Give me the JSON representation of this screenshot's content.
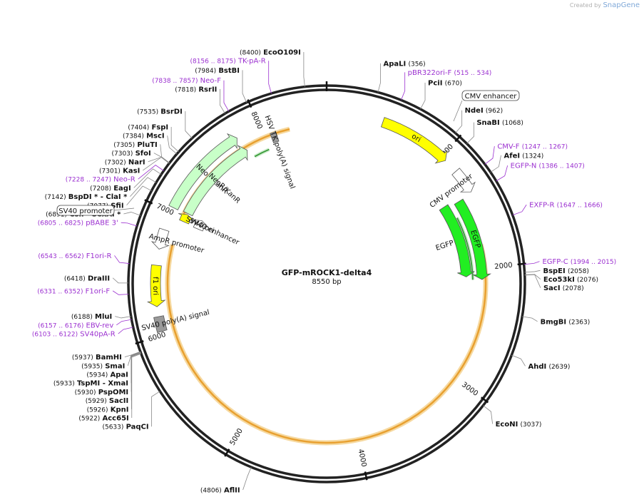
{
  "credit": {
    "prefix": "Created by",
    "brand": "SnapGene"
  },
  "plasmid": {
    "name": "GFP-mROCK1-delta4",
    "size_label": "8550 bp",
    "length": 8550
  },
  "colors": {
    "backbone": "#222222",
    "enzyme": "#111111",
    "primer": "#9b30d0",
    "ori": "#ffff00",
    "gfp": "#22ee22",
    "resistance": "#c8ffc8",
    "promoter": "#ffffff",
    "polyA": "#999999",
    "orange": "#e8a030",
    "green_line": "#3a9a3a"
  },
  "ticks": [
    {
      "bp": 1000,
      "label": "1000"
    },
    {
      "bp": 2000,
      "label": "2000"
    },
    {
      "bp": 3000,
      "label": "3000"
    },
    {
      "bp": 4000,
      "label": "4000"
    },
    {
      "bp": 5000,
      "label": "5000"
    },
    {
      "bp": 6000,
      "label": "6000"
    },
    {
      "bp": 7000,
      "label": "7000"
    },
    {
      "bp": 8000,
      "label": "8000"
    }
  ],
  "features": [
    {
      "name": "ori",
      "label": "ori",
      "type": "ori",
      "track": 1,
      "start": 455,
      "end": 1044,
      "dir": 1,
      "inside": true
    },
    {
      "name": "cmv-promoter",
      "label": "CMV promoter",
      "type": "promoter",
      "track": 1,
      "start": 1163,
      "end": 1366,
      "dir": 1,
      "inside": false
    },
    {
      "name": "egfp-outer",
      "label": "EGFP",
      "type": "gfp",
      "track": 2,
      "start": 1380,
      "end": 2100,
      "dir": 1,
      "inside": true
    },
    {
      "name": "egfp-inner",
      "label": "EGFP",
      "type": "gfp",
      "track": 3,
      "start": 1350,
      "end": 2070,
      "dir": 1,
      "inside": false
    },
    {
      "name": "f1-ori",
      "label": "f1 ori",
      "type": "ori",
      "track": 1,
      "start": 6560,
      "end": 6230,
      "dir": -1,
      "inside": true
    },
    {
      "name": "sv40-polya",
      "label": "SV40 poly(A) signal",
      "type": "polyA",
      "track": 1,
      "start": 6150,
      "end": 6030,
      "dir": -1,
      "inside": false
    },
    {
      "name": "ampr-promoter",
      "label": "AmpR promoter",
      "type": "promoter",
      "track": 1,
      "start": 6850,
      "end": 6690,
      "dir": -1,
      "inside": false
    },
    {
      "name": "neokanr-outer",
      "label": "NeoR/KanR",
      "type": "resistance",
      "track": 1,
      "start": 7040,
      "end": 7800,
      "dir": 1,
      "inside": false
    },
    {
      "name": "neokanr-inner",
      "label": "NeoR/KanR",
      "type": "resistance",
      "track": 2,
      "start": 7050,
      "end": 7820,
      "dir": 1,
      "inside": false
    },
    {
      "name": "sv40-enhancer",
      "label": "SV40 enhancer",
      "type": "promoter",
      "track": 3,
      "start": 6960,
      "end": 7050,
      "dir": 1,
      "inside": false
    },
    {
      "name": "sv40-ori",
      "label": "SV40 ori",
      "type": "ori",
      "track": 2,
      "start": 6970,
      "end": 7040,
      "dir": 1,
      "inside": false
    },
    {
      "name": "hsv-tk-polya",
      "label": "HSV TK poly(A) signal",
      "type": "polyA",
      "track": 2,
      "start": 8060,
      "end": 8110,
      "dir": 1,
      "inside": false
    }
  ],
  "orange_arcs": [
    {
      "start": 7020,
      "end": 8230,
      "r": 223
    },
    {
      "start": 1800,
      "end": 6750,
      "r": 223
    }
  ],
  "green_lines": [
    {
      "start": 7850,
      "end": 8000,
      "r": 205
    },
    {
      "start": 1500,
      "end": 2100,
      "r": 205
    }
  ],
  "map_labels": [
    {
      "name": "cmv-enhancer-label",
      "label": "CMV enhancer",
      "boxed": true
    },
    {
      "name": "sv40-promoter-label",
      "label": "SV40 promoter",
      "boxed": true
    }
  ],
  "sites": [
    {
      "name": "ecoo109i",
      "label": "EcoO109I",
      "pos": "(8400)",
      "bp": 8400,
      "kind": "enzyme"
    },
    {
      "name": "tk-pa-r",
      "label": "TK-pA-R",
      "pos": "(8156 .. 8175)",
      "bp": 8166,
      "kind": "primer"
    },
    {
      "name": "bstbi",
      "label": "BstBI",
      "pos": "(7984)",
      "bp": 7984,
      "kind": "enzyme"
    },
    {
      "name": "neo-f",
      "label": "Neo-F",
      "pos": "(7838 .. 7857)",
      "bp": 7848,
      "kind": "primer"
    },
    {
      "name": "rsrii",
      "label": "RsrII",
      "pos": "(7818)",
      "bp": 7818,
      "kind": "enzyme"
    },
    {
      "name": "bsrdi",
      "label": "BsrDI",
      "pos": "(7535)",
      "bp": 7535,
      "kind": "enzyme"
    },
    {
      "name": "fspi",
      "label": "FspI",
      "pos": "(7404)",
      "bp": 7404,
      "kind": "enzyme"
    },
    {
      "name": "msci",
      "label": "MscI",
      "pos": "(7384)",
      "bp": 7384,
      "kind": "enzyme"
    },
    {
      "name": "plutI",
      "label": "PluTI",
      "pos": "(7305)",
      "bp": 7305,
      "kind": "enzyme"
    },
    {
      "name": "sfoi",
      "label": "SfoI",
      "pos": "(7303)",
      "bp": 7303,
      "kind": "enzyme"
    },
    {
      "name": "nari",
      "label": "NarI",
      "pos": "(7302)",
      "bp": 7302,
      "kind": "enzyme"
    },
    {
      "name": "kasi",
      "label": "KasI",
      "pos": "(7301)",
      "bp": 7301,
      "kind": "enzyme"
    },
    {
      "name": "neo-r",
      "label": "Neo-R",
      "pos": "(7228 .. 7247)",
      "bp": 7238,
      "kind": "primer"
    },
    {
      "name": "eagi",
      "label": "EagI",
      "pos": "(7208)",
      "bp": 7208,
      "kind": "enzyme"
    },
    {
      "name": "bspdi-clai",
      "label": "BspDI *  - ClaI *",
      "pos": "(7142)",
      "bp": 7142,
      "kind": "enzyme"
    },
    {
      "name": "sfii",
      "label": "SfiI",
      "pos": "(7077)",
      "bp": 7077,
      "kind": "enzyme"
    },
    {
      "name": "csii-sexai",
      "label": "CsiI  - SexAI *",
      "pos": "(6891)",
      "bp": 6891,
      "kind": "enzyme"
    },
    {
      "name": "pbabe-3",
      "label": "pBABE 3'",
      "pos": "(6805 .. 6825)",
      "bp": 6815,
      "kind": "primer"
    },
    {
      "name": "f1ori-r",
      "label": "F1ori-R",
      "pos": "(6543 .. 6562)",
      "bp": 6552,
      "kind": "primer"
    },
    {
      "name": "draiii",
      "label": "DraIII",
      "pos": "(6418)",
      "bp": 6418,
      "kind": "enzyme"
    },
    {
      "name": "f1ori-f",
      "label": "F1ori-F",
      "pos": "(6331 .. 6352)",
      "bp": 6341,
      "kind": "primer"
    },
    {
      "name": "mlui",
      "label": "MluI",
      "pos": "(6188)",
      "bp": 6188,
      "kind": "enzyme"
    },
    {
      "name": "ebv-rev",
      "label": "EBV-rev",
      "pos": "(6157 .. 6176)",
      "bp": 6166,
      "kind": "primer"
    },
    {
      "name": "sv40pa-r",
      "label": "SV40pA-R",
      "pos": "(6103 .. 6122)",
      "bp": 6112,
      "kind": "primer"
    },
    {
      "name": "bamhi",
      "label": "BamHI",
      "pos": "(5937)",
      "bp": 5937,
      "kind": "enzyme"
    },
    {
      "name": "smai",
      "label": "SmaI",
      "pos": "(5935)",
      "bp": 5935,
      "kind": "enzyme"
    },
    {
      "name": "apai",
      "label": "ApaI",
      "pos": "(5934)",
      "bp": 5934,
      "kind": "enzyme"
    },
    {
      "name": "tspmi-xmai",
      "label": "TspMI  - XmaI",
      "pos": "(5933)",
      "bp": 5933,
      "kind": "enzyme"
    },
    {
      "name": "pspomi",
      "label": "PspOMI",
      "pos": "(5930)",
      "bp": 5930,
      "kind": "enzyme"
    },
    {
      "name": "sacii",
      "label": "SacII",
      "pos": "(5929)",
      "bp": 5929,
      "kind": "enzyme"
    },
    {
      "name": "kpni",
      "label": "KpnI",
      "pos": "(5926)",
      "bp": 5926,
      "kind": "enzyme"
    },
    {
      "name": "acc65i",
      "label": "Acc65I",
      "pos": "(5922)",
      "bp": 5922,
      "kind": "enzyme"
    },
    {
      "name": "paqci",
      "label": "PaqCI",
      "pos": "(5633)",
      "bp": 5633,
      "kind": "enzyme"
    },
    {
      "name": "aflii",
      "label": "AflII",
      "pos": "(4806)",
      "bp": 4806,
      "kind": "enzyme"
    },
    {
      "name": "econi",
      "label": "EcoNI",
      "pos": "(3037)",
      "bp": 3037,
      "kind": "enzyme"
    },
    {
      "name": "ahdi",
      "label": "AhdI",
      "pos": "(2639)",
      "bp": 2639,
      "kind": "enzyme"
    },
    {
      "name": "bmgbi",
      "label": "BmgBI",
      "pos": "(2363)",
      "bp": 2363,
      "kind": "enzyme"
    },
    {
      "name": "saci",
      "label": "SacI",
      "pos": "(2078)",
      "bp": 2078,
      "kind": "enzyme"
    },
    {
      "name": "eco53ki",
      "label": "Eco53kI",
      "pos": "(2076)",
      "bp": 2076,
      "kind": "enzyme"
    },
    {
      "name": "bspei",
      "label": "BspEI",
      "pos": "(2058)",
      "bp": 2058,
      "kind": "enzyme"
    },
    {
      "name": "egfp-c",
      "label": "EGFP-C",
      "pos": "(1994 .. 2015)",
      "bp": 2004,
      "kind": "primer"
    },
    {
      "name": "exfp-r",
      "label": "EXFP-R",
      "pos": "(1647 .. 1666)",
      "bp": 1656,
      "kind": "primer"
    },
    {
      "name": "egfp-n",
      "label": "EGFP-N",
      "pos": "(1386 .. 1407)",
      "bp": 1396,
      "kind": "primer"
    },
    {
      "name": "afei",
      "label": "AfeI",
      "pos": "(1324)",
      "bp": 1324,
      "kind": "enzyme"
    },
    {
      "name": "cmv-f",
      "label": "CMV-F",
      "pos": "(1247 .. 1267)",
      "bp": 1257,
      "kind": "primer"
    },
    {
      "name": "snabi",
      "label": "SnaBI",
      "pos": "(1068)",
      "bp": 1068,
      "kind": "enzyme"
    },
    {
      "name": "ndei",
      "label": "NdeI",
      "pos": "(962)",
      "bp": 962,
      "kind": "enzyme"
    },
    {
      "name": "pcii",
      "label": "PciI",
      "pos": "(670)",
      "bp": 670,
      "kind": "enzyme"
    },
    {
      "name": "pbr322ori-f",
      "label": "pBR322ori-F",
      "pos": "(515 .. 534)",
      "bp": 524,
      "kind": "primer"
    },
    {
      "name": "apali",
      "label": "ApaLI",
      "pos": "(356)",
      "bp": 356,
      "kind": "enzyme"
    }
  ]
}
